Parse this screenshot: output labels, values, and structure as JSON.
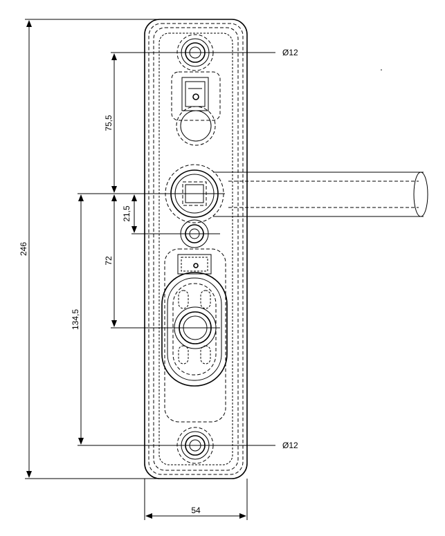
{
  "drawing": {
    "overall_height": "246",
    "width": "54",
    "screw_spacing_upper": "75,5",
    "cylinder_offset": "21,5",
    "handle_to_cylinder": "72",
    "handle_to_lower_screw": "134,5",
    "hole_diameter_top": "Ø12",
    "hole_diameter_bottom": "Ø12"
  }
}
